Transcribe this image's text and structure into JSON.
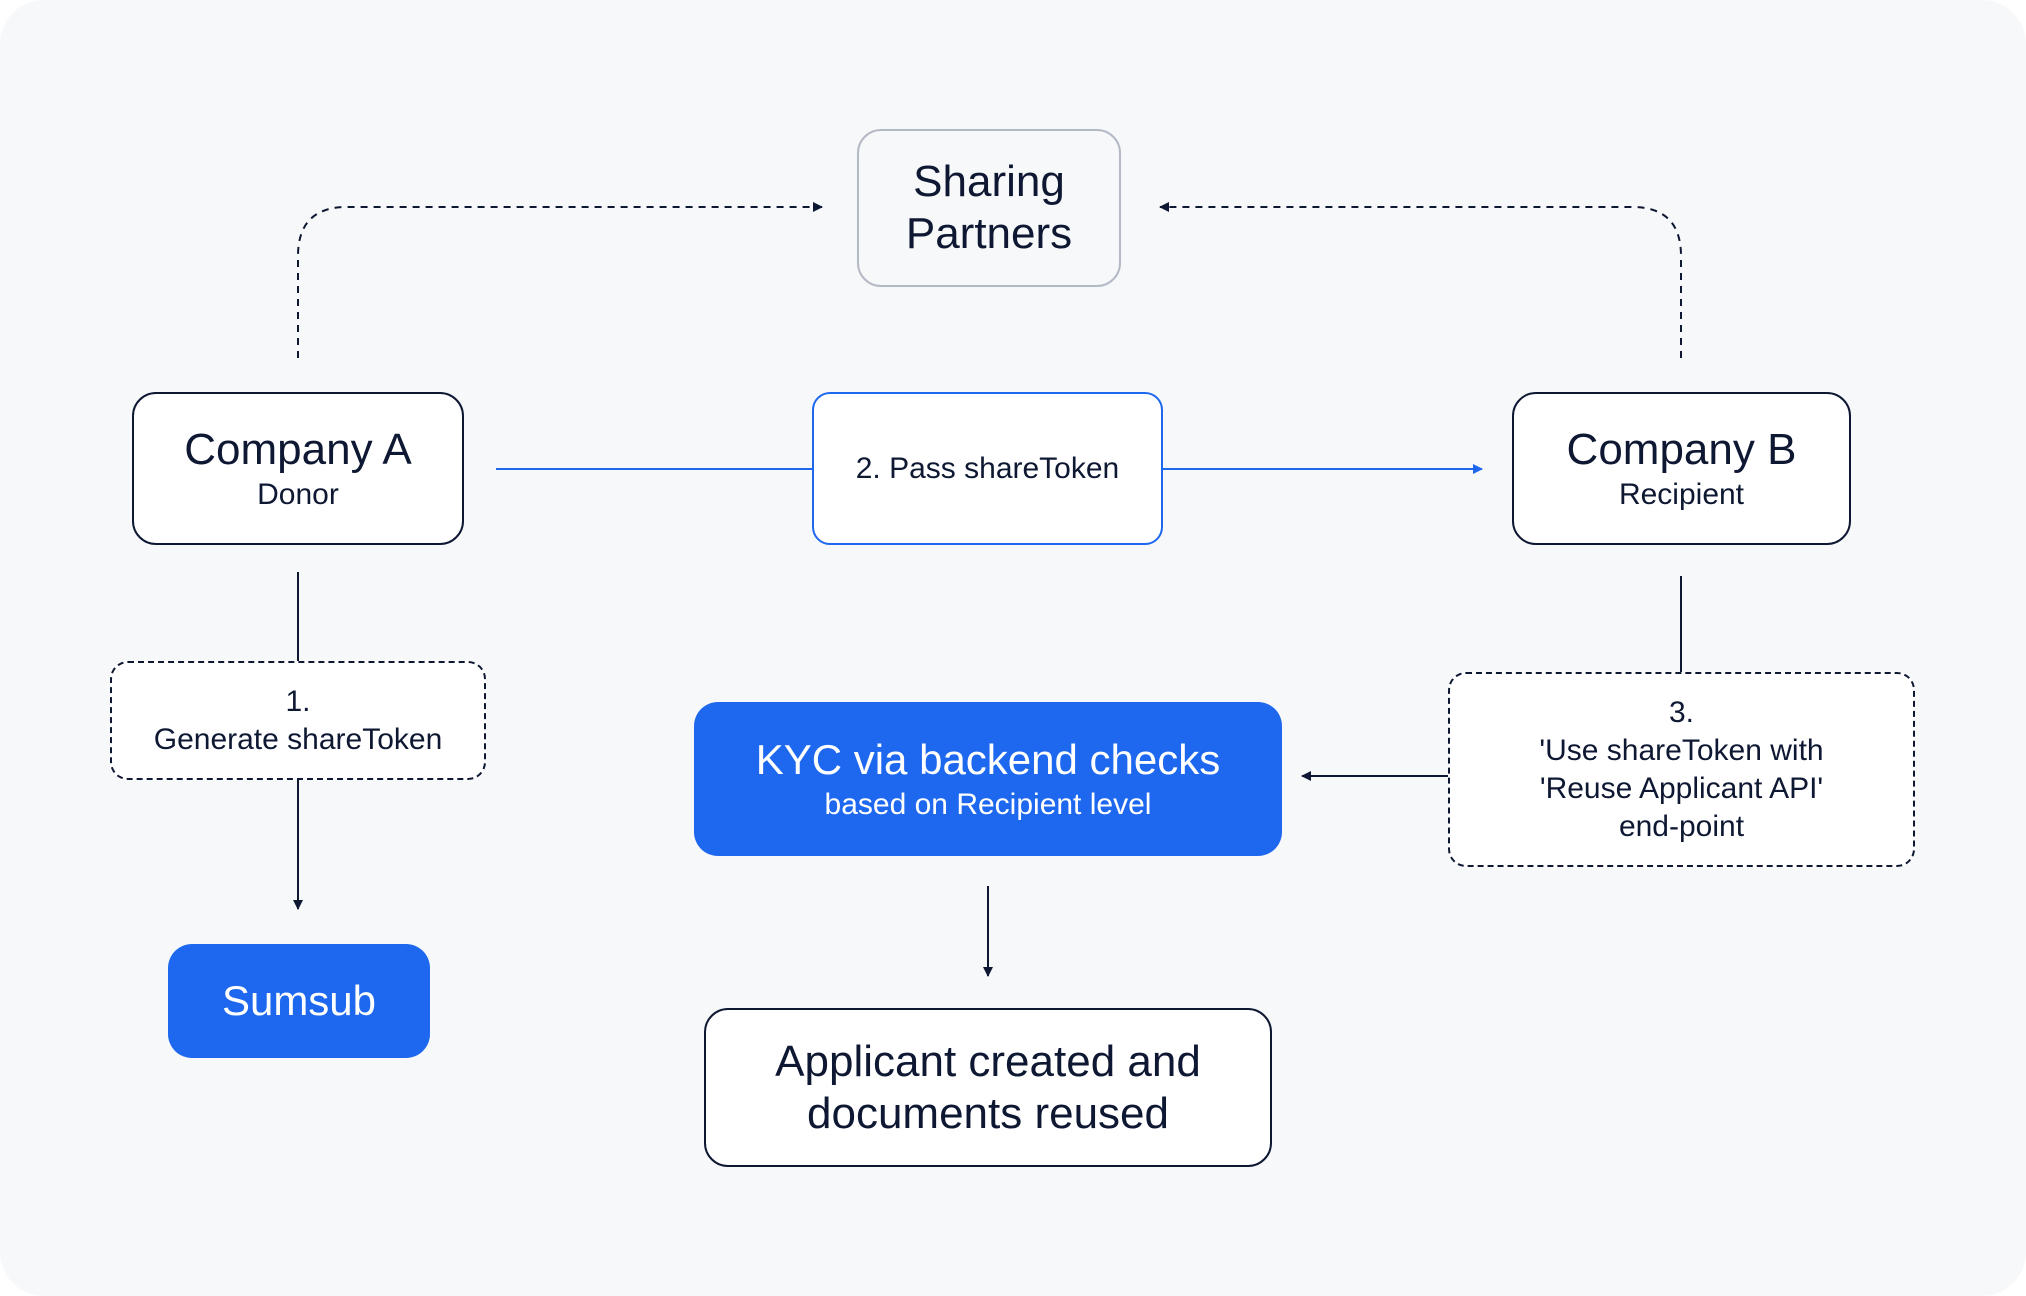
{
  "diagram": {
    "sharing_partners": {
      "line1": "Sharing",
      "line2": "Partners"
    },
    "company_a": {
      "title": "Company A",
      "role": "Donor"
    },
    "company_b": {
      "title": "Company B",
      "role": "Recipient"
    },
    "step1": {
      "number": "1.",
      "label": "Generate shareToken"
    },
    "step2": {
      "label": "2. Pass shareToken"
    },
    "step3": {
      "number": "3.",
      "line1": "'Use shareToken with",
      "line2": "'Reuse Applicant API'",
      "line3": "end-point"
    },
    "sumsub": {
      "label": "Sumsub"
    },
    "kyc": {
      "title": "KYC via backend checks",
      "subtitle": "based on Recipient level"
    },
    "result": {
      "line1": "Applicant created and",
      "line2": "documents reused"
    }
  },
  "colors": {
    "accent": "#1e68f0",
    "ink": "#0e1833",
    "background": "#f7f8fa",
    "muted_border": "#b4b9c6"
  }
}
